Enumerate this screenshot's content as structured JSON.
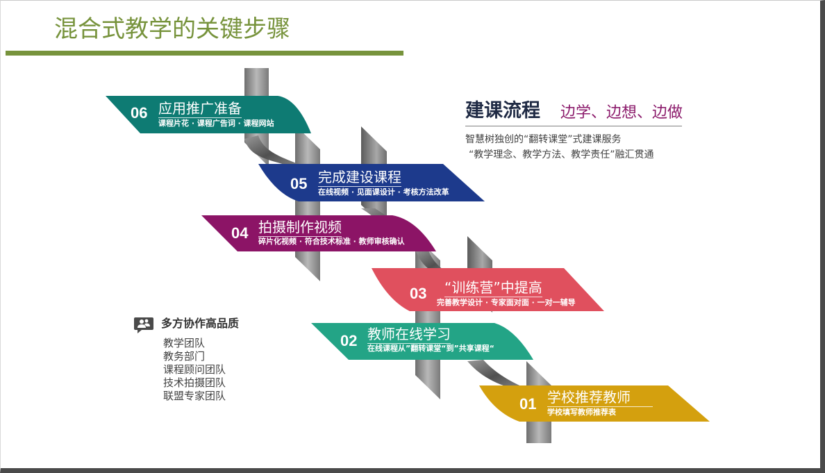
{
  "title": "混合式教学的关键步骤",
  "info": {
    "heading": "建课流程",
    "accent": "边学、边想、边做",
    "line1": "智慧树独创的“翻转课堂”式建课服务",
    "line2": "“教学理念、教学方法、教学责任”融汇贯通"
  },
  "team": {
    "heading": "多方协作高品质",
    "members": [
      "教学团队",
      "教务部门",
      "课程顾问团队",
      "技术拍摄团队",
      "联盟专家团队"
    ]
  },
  "steps": [
    {
      "num": "06",
      "title": "应用推广准备",
      "subtitle": "课程片花 · 课程广告词 · 课程网站",
      "color": "#0e7b73"
    },
    {
      "num": "05",
      "title": "完成建设课程",
      "subtitle": "在线视频 · 见面课设计 · 考核方法改革",
      "color": "#1d3a8c"
    },
    {
      "num": "04",
      "title": "拍摄制作视频",
      "subtitle": "碎片化视频 · 符合技术标准 · 教师审核确认",
      "color": "#8c1466"
    },
    {
      "num": "03",
      "title": "“训练营”中提高",
      "subtitle": "完善教学设计 · 专家面对面 · 一对一辅导",
      "color": "#e0505e"
    },
    {
      "num": "02",
      "title": "教师在线学习",
      "subtitle": "在线课程从”翻转课堂“到”共享课程“",
      "color": "#23a486"
    },
    {
      "num": "01",
      "title": "学校推荐教师",
      "subtitle": "学校填写教师推荐表",
      "color": "#d4a00e"
    }
  ],
  "icons": [
    "people-icon"
  ]
}
